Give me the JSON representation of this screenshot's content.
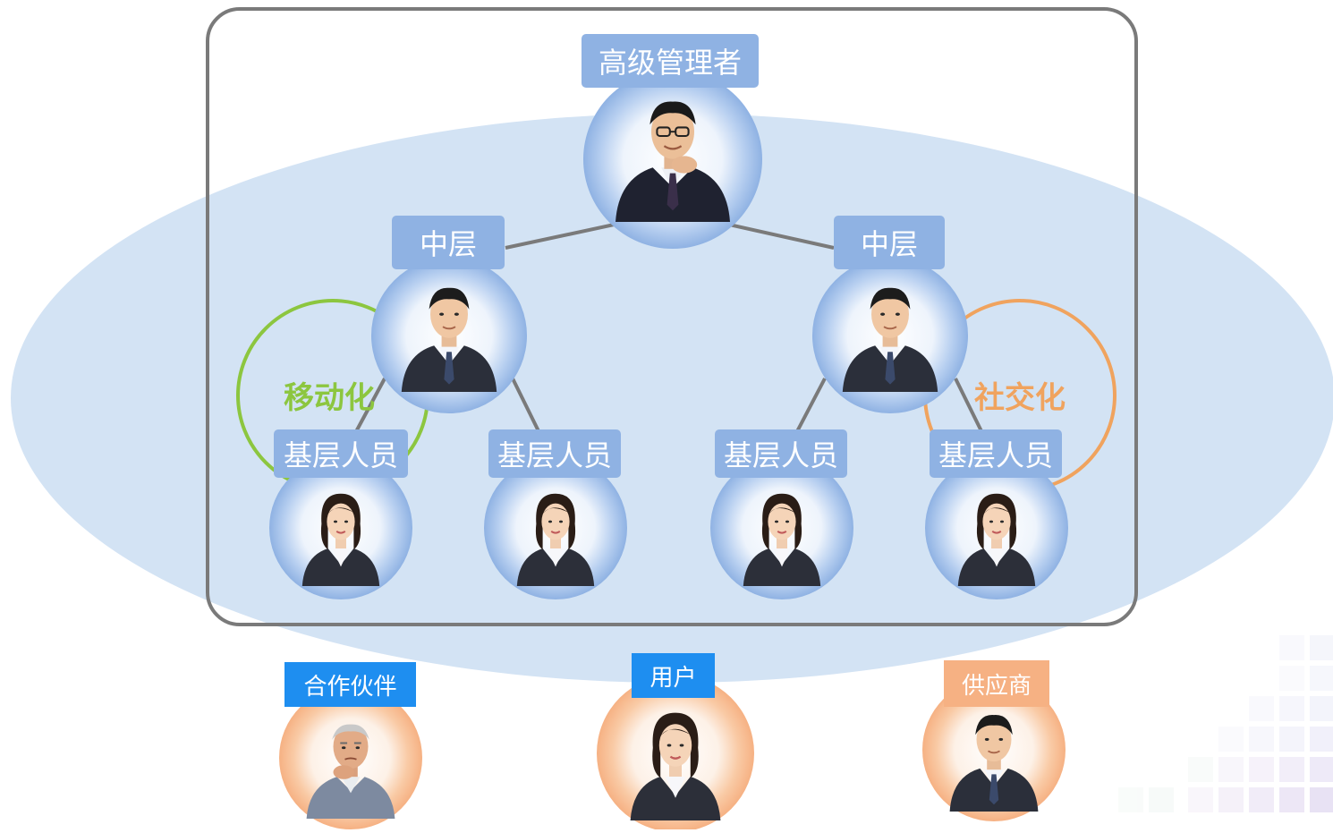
{
  "colors": {
    "ellipse": "#d3e3f4",
    "frame": "#7a7a7a",
    "internal_ring": "#8fb2e3",
    "internal_tag": "#8fb2e3",
    "external_ring": "#f6b183",
    "mobile": "#8cc63f",
    "social": "#f0a35e",
    "partner_tag": "#1e8ef0",
    "user_tag": "#1e8ef0",
    "supplier_tag": "#f6b183"
  },
  "internal": {
    "senior": "高级管理者",
    "middle_left": "中层",
    "middle_right": "中层",
    "base": [
      "基层人员",
      "基层人员",
      "基层人员",
      "基层人员"
    ]
  },
  "channels": {
    "mobile": "移动化",
    "social": "社交化"
  },
  "external": {
    "partner": "合作伙伴",
    "user": "用户",
    "supplier": "供应商"
  },
  "icons": [
    "person-executive-icon",
    "person-man-icon",
    "person-woman-icon",
    "person-elder-icon"
  ]
}
